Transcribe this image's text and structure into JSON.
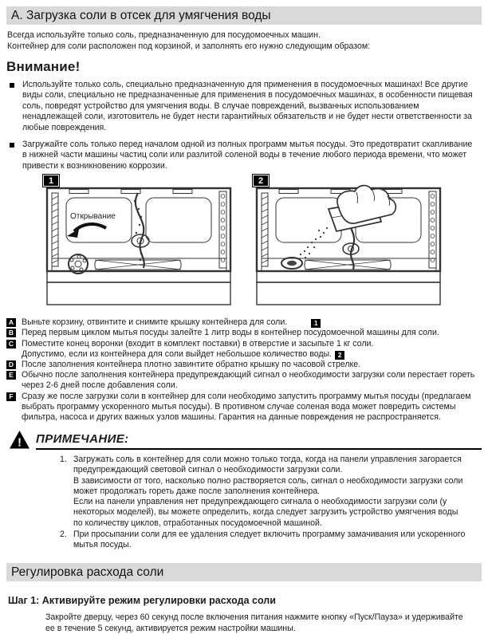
{
  "colors": {
    "section_bar_bg": "#d9d9d9",
    "badge_bg": "#000000",
    "text": "#1c1c1c"
  },
  "section1": {
    "title": "А. Загрузка соли в отсек для умягчения воды"
  },
  "intro": {
    "line1": "Всегда используйте только соль, предназначенную для посудомоечных машин.",
    "line2": "Контейнер для соли расположен под корзиной, и заполнять его нужно следующим образом:"
  },
  "warning": {
    "heading": "Внимание!",
    "bullets": [
      "Используйте только соль, специально предназначенную для применения в посудомоечных машинах! Все другие виды соли, специально не предназначенные для применения в посудомоечных машинах, в особенности пищевая соль, повредят устройство для умягчения воды. В случае повреждений, вызванных использованием ненадлежащей соли, изготовитель не будет нести гарантийных обязательств и не будет нести ответственности за любые повреждения.",
      "Загружайте соль только перед началом одной из полных программ мытья посуды. Это предотвратит скапливание в нижней части машины частиц соли или разлитой соленой воды в течение любого периода времени, что может привести к возникновению коррозии."
    ]
  },
  "figures": [
    {
      "number": "1",
      "label": "Открывание"
    },
    {
      "number": "2",
      "label": ""
    }
  ],
  "steps": [
    {
      "letter": "A",
      "text": "Выньте корзину, отвинтите и снимите крышку контейнера для соли.",
      "badge": "1"
    },
    {
      "letter": "B",
      "text": "Перед первым циклом мытья посуды залейте 1 литр воды в контейнер посудомоечной машины для соли."
    },
    {
      "letter": "C",
      "text": "Поместите конец воронки (входит в комплект поставки) в отверстие и засыпьте 1 кг соли.",
      "text2": "Допустимо, если из контейнера для соли выйдет небольшое количество воды.",
      "badge": "2"
    },
    {
      "letter": "D",
      "text": "После заполнения контейнера плотно завинтите обратно крышку по часовой стрелке."
    },
    {
      "letter": "E",
      "text": "Обычно после заполнения контейнера предупреждающий сигнал о необходимости загрузки соли перестает гореть через 2-6 дней после добавления соли."
    },
    {
      "letter": "F",
      "text": "Сразу же после загрузки соли в контейнер для соли необходимо запустить программу мытья посуды (предлагаем выбрать программу ускоренного мытья посуды). В противном случае соленая вода может повредить системы фильтра, насоса и других важных узлов машины. Гарантия на данные повреждения не распространяется."
    }
  ],
  "note": {
    "heading": "ПРИМЕЧАНИЕ:",
    "items": [
      {
        "number": "1.",
        "paragraphs": [
          "Загружать соль в контейнер для соли можно только тогда, когда на панели управления загорается предупреждающий световой сигнал о необходимости загрузки соли.",
          "В зависимости от того, насколько полно растворяется соль, сигнал о необходимости загрузки соли может продолжать гореть даже после заполнения контейнера.",
          "Если на панели управления нет предупреждающего сигнала о необходимости загрузки соли (у некоторых моделей), вы можете определить, когда следует загрузить устройство умягчения воды по количеству циклов, отработанных посудомоечной машиной."
        ]
      },
      {
        "number": "2.",
        "paragraphs": [
          "При просыпании соли для ее удаления следует включить программу замачивания или ускоренного мытья посуды."
        ]
      }
    ]
  },
  "section2": {
    "title": "Регулировка расхода соли"
  },
  "step1": {
    "heading": "Шаг 1: Активируйте режим регулировки расхода соли",
    "body": "Закройте дверцу, через 60 секунд после включения питания нажмите кнопку «Пуск/Пауза» и удерживайте ее в течение 5 секунд, активируется режим настройки машины."
  }
}
